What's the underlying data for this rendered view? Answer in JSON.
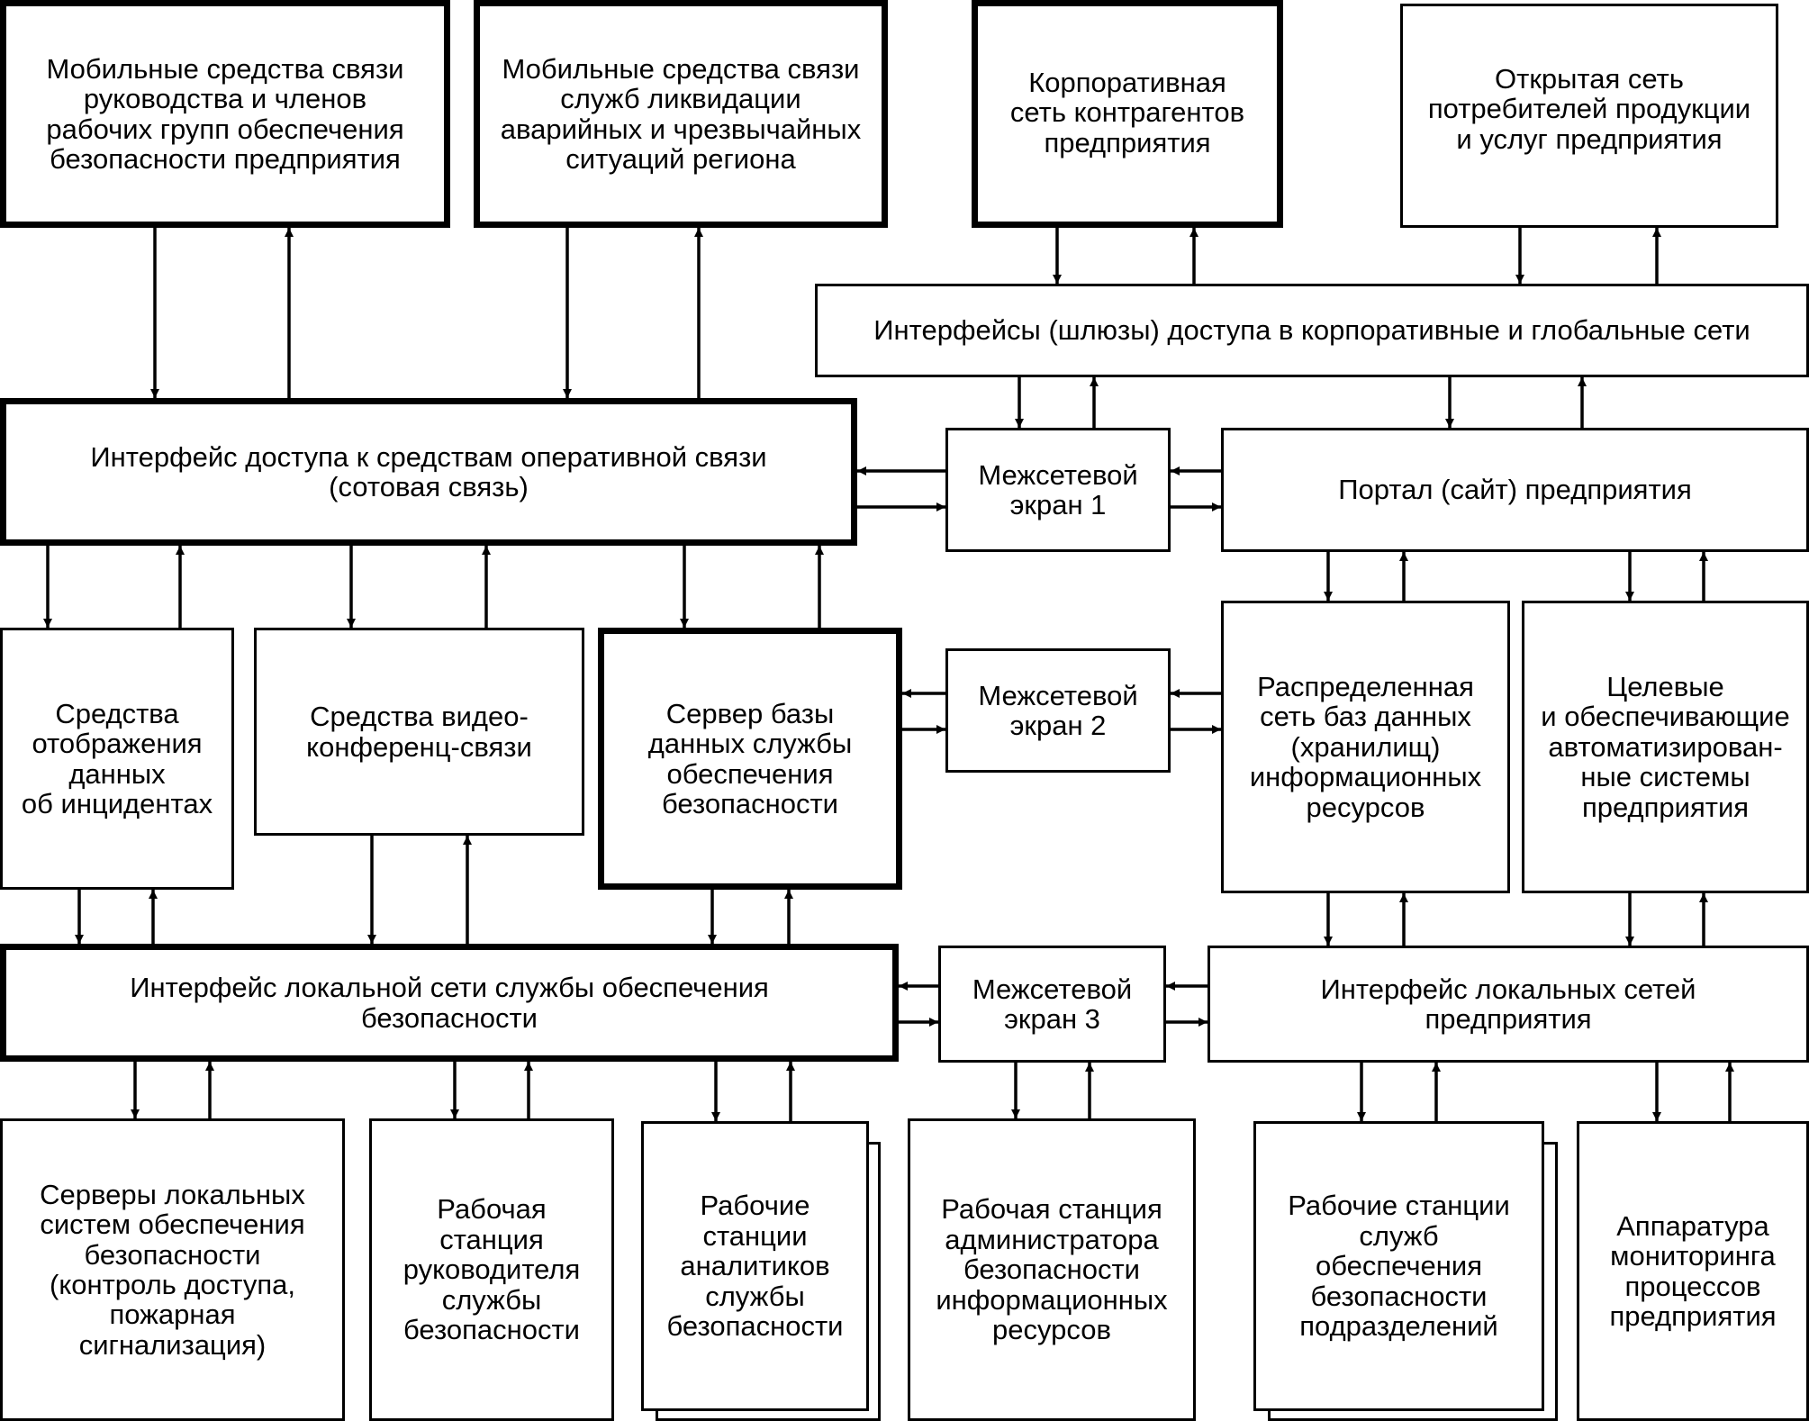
{
  "nodes": {
    "mobile_mgmt": "Мобильные средства связи\nруководства и членов\nрабочих групп обеспечения\nбезопасности предприятия",
    "mobile_emergency": "Мобильные средства связи\nслужб ликвидации\nаварийных и чрезвычайных\nситуаций региона",
    "corp_contractors": "Корпоративная\nсеть контрагентов\nпредприятия",
    "open_consumers": "Открытая сеть\nпотребителей продукции\nи услуг предприятия",
    "gateways": "Интерфейсы (шлюзы) доступа в корпоративные и глобальные сети",
    "mobile_interface": "Интерфейс доступа к средствам оперативной связи\n(сотовая связь)",
    "firewall1": "Межсетевой\nэкран 1",
    "portal": "Портал (сайт) предприятия",
    "incident_display": "Средства\nотображения\nданных\nоб инцидентах",
    "video_conf": "Средства видео-\nконференц-связи",
    "db_server": "Сервер базы\nданных службы\nобеспечения\nбезопасности",
    "firewall2": "Межсетевой\nэкран 2",
    "distributed_db": "Распределенная\nсеть баз данных\n(хранилищ)\nинформационных\nресурсов",
    "target_systems": "Целевые\nи обеспечивающие\nавтоматизирован-\nные системы\nпредприятия",
    "local_security_net": "Интерфейс локальной сети службы обеспечения\nбезопасности",
    "firewall3": "Межсетевой\nэкран 3",
    "local_nets": "Интерфейс локальных сетей\nпредприятия",
    "local_servers": "Серверы локальных\nсистем обеспечения\nбезопасности\n(контроль доступа,\nпожарная\nсигнализация)",
    "head_ws": "Рабочая\nстанция\nруководителя\nслужбы\nбезопасности",
    "analysts_ws": "Рабочие\nстанции\nаналитиков\nслужбы\nбезопасности",
    "admin_ws": "Рабочая станция\nадминистратора\nбезопасности\nинформационных\nресурсов",
    "division_ws": "Рабочие станции\nслужб\nобеспечения\nбезопасности\nподразделений",
    "monitoring": "Аппаратура\nмониторинга\nпроцессов\nпредприятия"
  }
}
